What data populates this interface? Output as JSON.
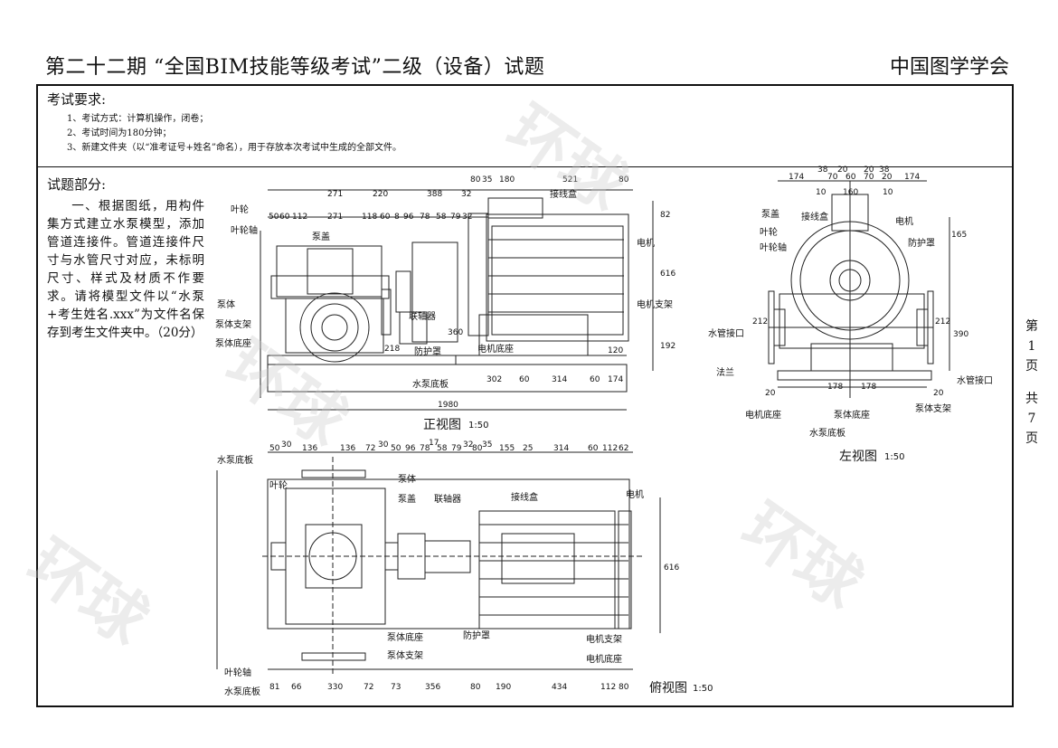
{
  "header": {
    "title": "第二十二期 “全国BIM技能等级考试”二级（设备）试题",
    "org": "中国图学学会"
  },
  "requirements": {
    "title": "考试要求:",
    "items": [
      "1、考试方式：计算机操作，闭卷；",
      "2、考试时间为180分钟；",
      "3、新建文件夹（以“准考证号+姓名”命名），用于存放本次考试中生成的全部文件。"
    ]
  },
  "question": {
    "title": "试题部分:",
    "body": "一、根据图纸，用构件集方式建立水泵模型，添加管道连接件。管道连接件尺寸与水管尺寸对应，未标明尺寸、样式及材质不作要求。请将模型文件以“水泵+考生姓名.xxx”为文件名保存到考生文件夹中。（20分）"
  },
  "page_info": [
    "第",
    "1",
    "页",
    "共",
    "7",
    "页"
  ],
  "views": {
    "front": {
      "caption": "正视图",
      "scale": "1:50",
      "labels": [
        "叶轮",
        "叶轮轴",
        "泵盖",
        "泵体",
        "泵体支架",
        "泵体底座",
        "联轴器",
        "防护罩",
        "电机底座",
        "水泵底板",
        "接线盒",
        "电机",
        "电机支架"
      ],
      "dims_top1": [
        "271",
        "220",
        "388",
        "32",
        "80",
        "35",
        "180",
        "521",
        "80"
      ],
      "dims_top2": [
        "50",
        "60",
        "112",
        "271",
        "118",
        "60",
        "8",
        "96",
        "78",
        "58",
        "79",
        "32"
      ],
      "dims_bottom": [
        "302",
        "60",
        "314",
        "60",
        "174"
      ],
      "total": "1980",
      "dims_side": [
        "82",
        "616",
        "192",
        "120",
        "360",
        "218"
      ]
    },
    "left": {
      "caption": "左视图",
      "scale": "1:50",
      "labels": [
        "泵盖",
        "接线盒",
        "电机",
        "叶轮",
        "叶轮轴",
        "防护罩",
        "水管接口",
        "法兰",
        "电机底座",
        "泵体底座",
        "水泵底板",
        "泵体支架",
        "水管接口"
      ],
      "dims_top": [
        "174",
        "38",
        "20",
        "20",
        "70",
        "60",
        "70",
        "20",
        "38",
        "174"
      ],
      "dims_mid": [
        "10",
        "160",
        "10"
      ],
      "dims_bottom": [
        "20",
        "178",
        "178",
        "20"
      ],
      "dims_side": [
        "165",
        "390",
        "212",
        "212"
      ]
    },
    "top": {
      "caption": "俯视图",
      "scale": "1:50",
      "labels": [
        "水泵底板",
        "叶轮",
        "泵体",
        "泵盖",
        "联轴器",
        "接线盒",
        "电机",
        "泵体底座",
        "泵体支架",
        "防护罩",
        "电机支架",
        "电机底座",
        "叶轮轴",
        "水泵底板"
      ],
      "dims_top": [
        "50",
        "30",
        "136",
        "136",
        "72",
        "30",
        "50",
        "96",
        "78",
        "17",
        "58",
        "79",
        "32",
        "80",
        "35",
        "155",
        "25",
        "314",
        "60",
        "112",
        "62"
      ],
      "dims_bottom": [
        "81",
        "66",
        "330",
        "72",
        "73",
        "356",
        "80",
        "190",
        "434",
        "112",
        "80"
      ],
      "dims_side": [
        "616"
      ]
    }
  },
  "watermark": [
    "环球",
    "环球",
    "环球",
    "环球"
  ]
}
